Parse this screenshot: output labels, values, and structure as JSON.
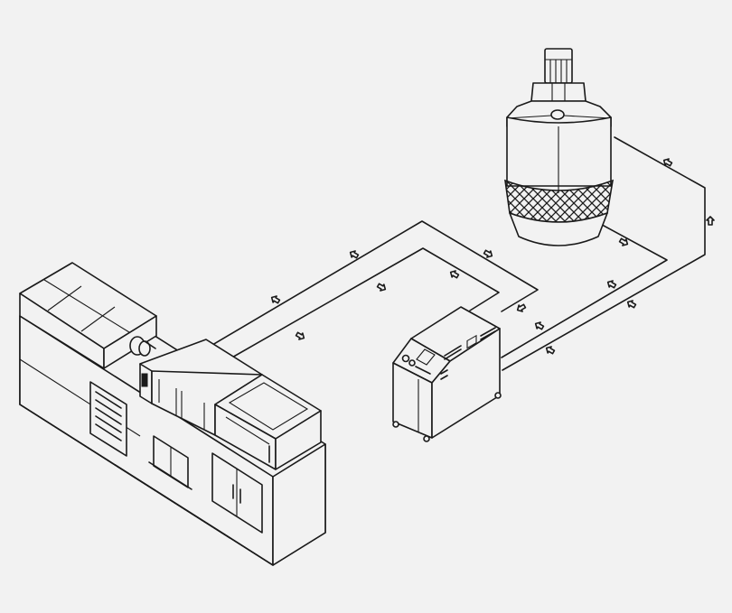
{
  "diagram": {
    "colors": {
      "background": "#f2f2f2",
      "stroke": "#1a1a1a"
    },
    "components": [
      {
        "id": "injection-molding-machine",
        "icon": "molding-machine-icon"
      },
      {
        "id": "mold-temperature-controller",
        "icon": "temperature-controller-icon"
      },
      {
        "id": "cooling-tower",
        "icon": "cooling-tower-icon"
      }
    ],
    "flow_marker_icon": "arrow-marker-icon",
    "text_labels": []
  }
}
